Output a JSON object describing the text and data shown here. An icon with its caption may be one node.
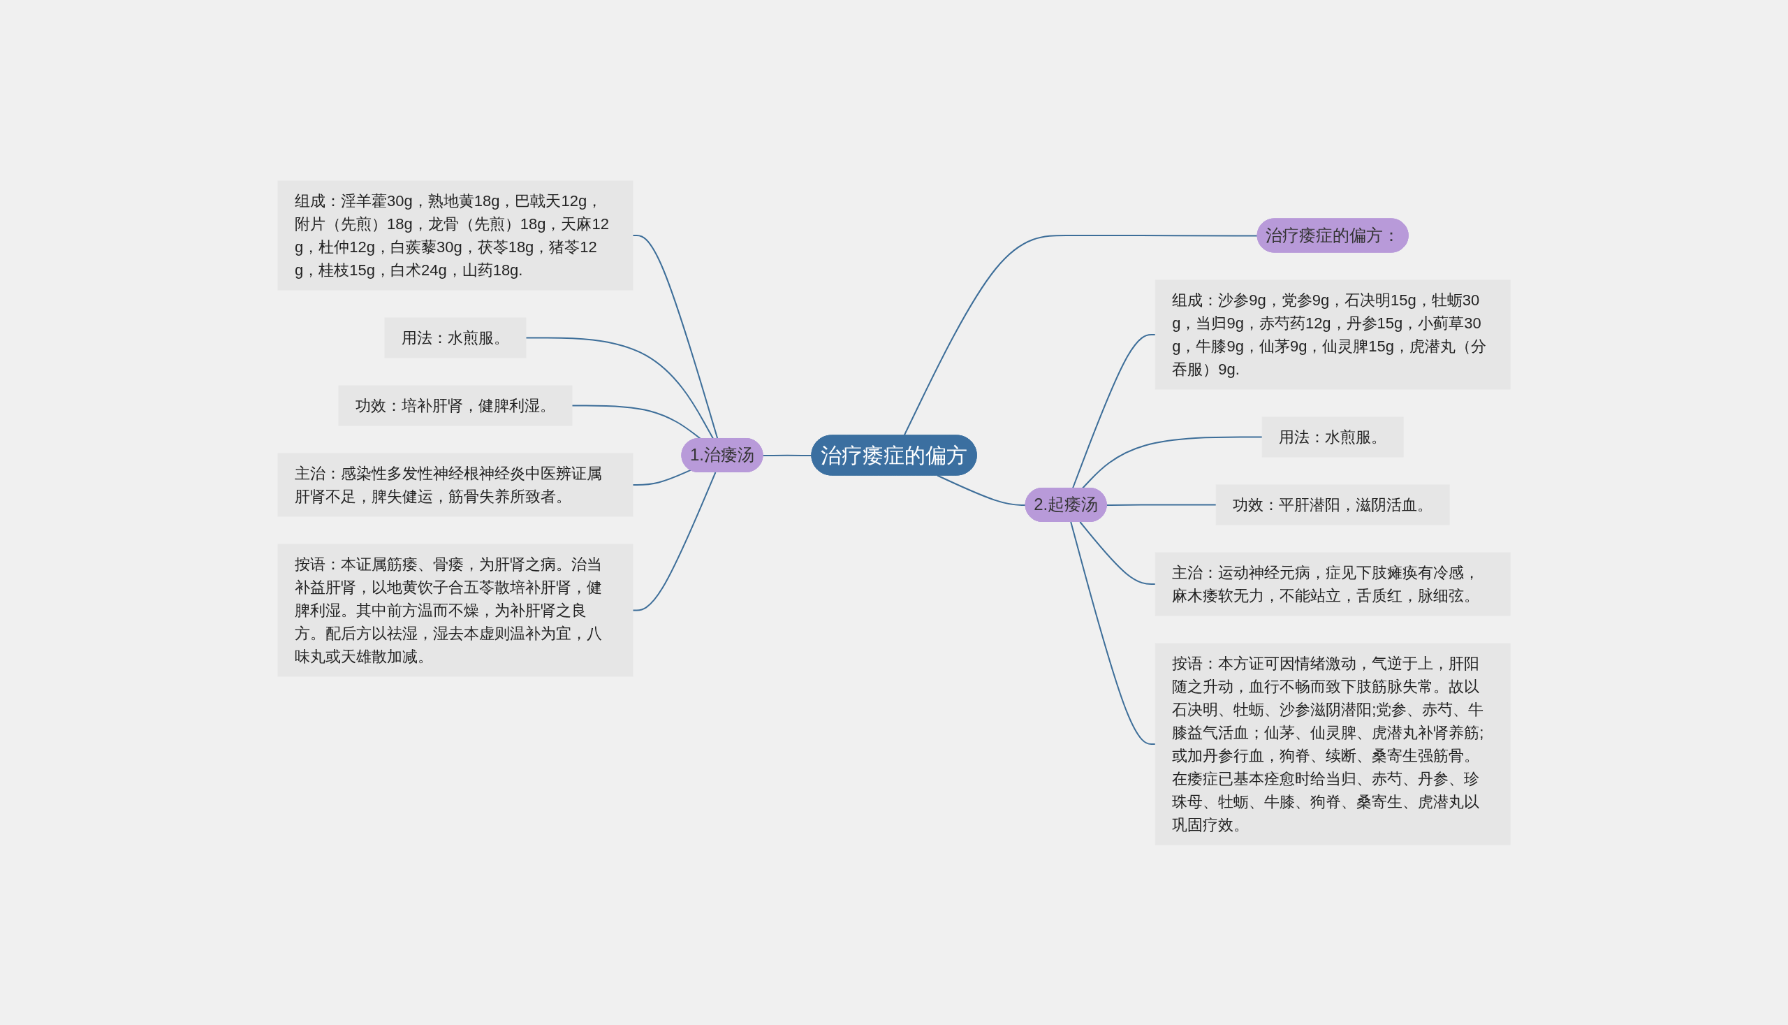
{
  "diagram": {
    "nodes": [
      {
        "text": [
          "治疗痿症的偏方"
        ]
      },
      {
        "text": [
          "治疗痿症的偏方："
        ]
      },
      {
        "text": [
          "1.治痿汤"
        ]
      },
      {
        "text": [
          "组成：淫羊藿30g，熟地黄18g，巴戟天12g，附片（先煎）18g，龙骨（先煎）18g，天麻12g，杜仲12g，白蒺藜30g，茯苓18g，猪苓12g，桂枝15g，白术24g，山药18g."
        ]
      },
      {
        "text": [
          "用法：水煎服。"
        ]
      },
      {
        "text": [
          "功效：培补肝肾，健脾利湿。"
        ]
      },
      {
        "text": [
          "主治：感染性多发性神经根神经炎中医辨证属肝肾不足，脾失健运，筋骨失养所致者。"
        ]
      },
      {
        "text": [
          "按语：本证属筋痿、骨痿，为肝肾之病。治当补益肝肾，以地黄饮子合五苓散培补肝肾，健脾利湿。其中前方温而不燥，为补肝肾之良方。配后方以祛湿，湿去本虚则温补为宜，八味丸或天雄散加减。"
        ]
      },
      {
        "text": [
          "2.起痿汤"
        ]
      },
      {
        "text": [
          "组成：沙参9g，党参9g，石决明15g，牡蛎30g，当归9g，赤芍药12g，丹参15g，小蓟草30g，牛膝9g，仙茅9g，仙灵脾15g，虎潜丸（分吞服）9g."
        ]
      },
      {
        "text": [
          "用法：水煎服。"
        ]
      },
      {
        "text": [
          "功效：平肝潜阳，滋阴活血。"
        ]
      },
      {
        "text": [
          "主治：运动神经元病，症见下肢瘫痪有冷感，麻木痿软无力，不能站立，舌质红，脉细弦。"
        ]
      },
      {
        "text": [
          "按语：本方证可因情绪激动，气逆于上，肝阳随之升动，血行不畅而致下肢筋脉失常。故以石决明、牡蛎、沙参滋阴潜阳;党参、赤芍、牛膝益气活血；仙茅、仙灵脾、虎潜丸补肾养筋;或加丹参行血，狗脊、续断、桑寄生强筋骨。在痿症已基本痊愈时给当归、赤芍、丹参、珍珠母、牡蛎、牛膝、狗脊、桑寄生、虎潜丸以巩固疗效。"
        ]
      }
    ],
    "edges": [
      {
        "from": 0,
        "to": 1,
        "arrow": "none"
      },
      {
        "from": 0,
        "to": 2,
        "arrow": "none"
      },
      {
        "from": 2,
        "to": 3,
        "arrow": "none"
      },
      {
        "from": 2,
        "to": 4,
        "arrow": "none"
      },
      {
        "from": 2,
        "to": 5,
        "arrow": "none"
      },
      {
        "from": 2,
        "to": 6,
        "arrow": "none"
      },
      {
        "from": 2,
        "to": 7,
        "arrow": "none"
      },
      {
        "from": 0,
        "to": 8,
        "arrow": "none"
      },
      {
        "from": 8,
        "to": 9,
        "arrow": "none"
      },
      {
        "from": 8,
        "to": 10,
        "arrow": "none"
      },
      {
        "from": 8,
        "to": 11,
        "arrow": "none"
      },
      {
        "from": 8,
        "to": 12,
        "arrow": "none"
      },
      {
        "from": 8,
        "to": 13,
        "arrow": "none"
      }
    ]
  }
}
